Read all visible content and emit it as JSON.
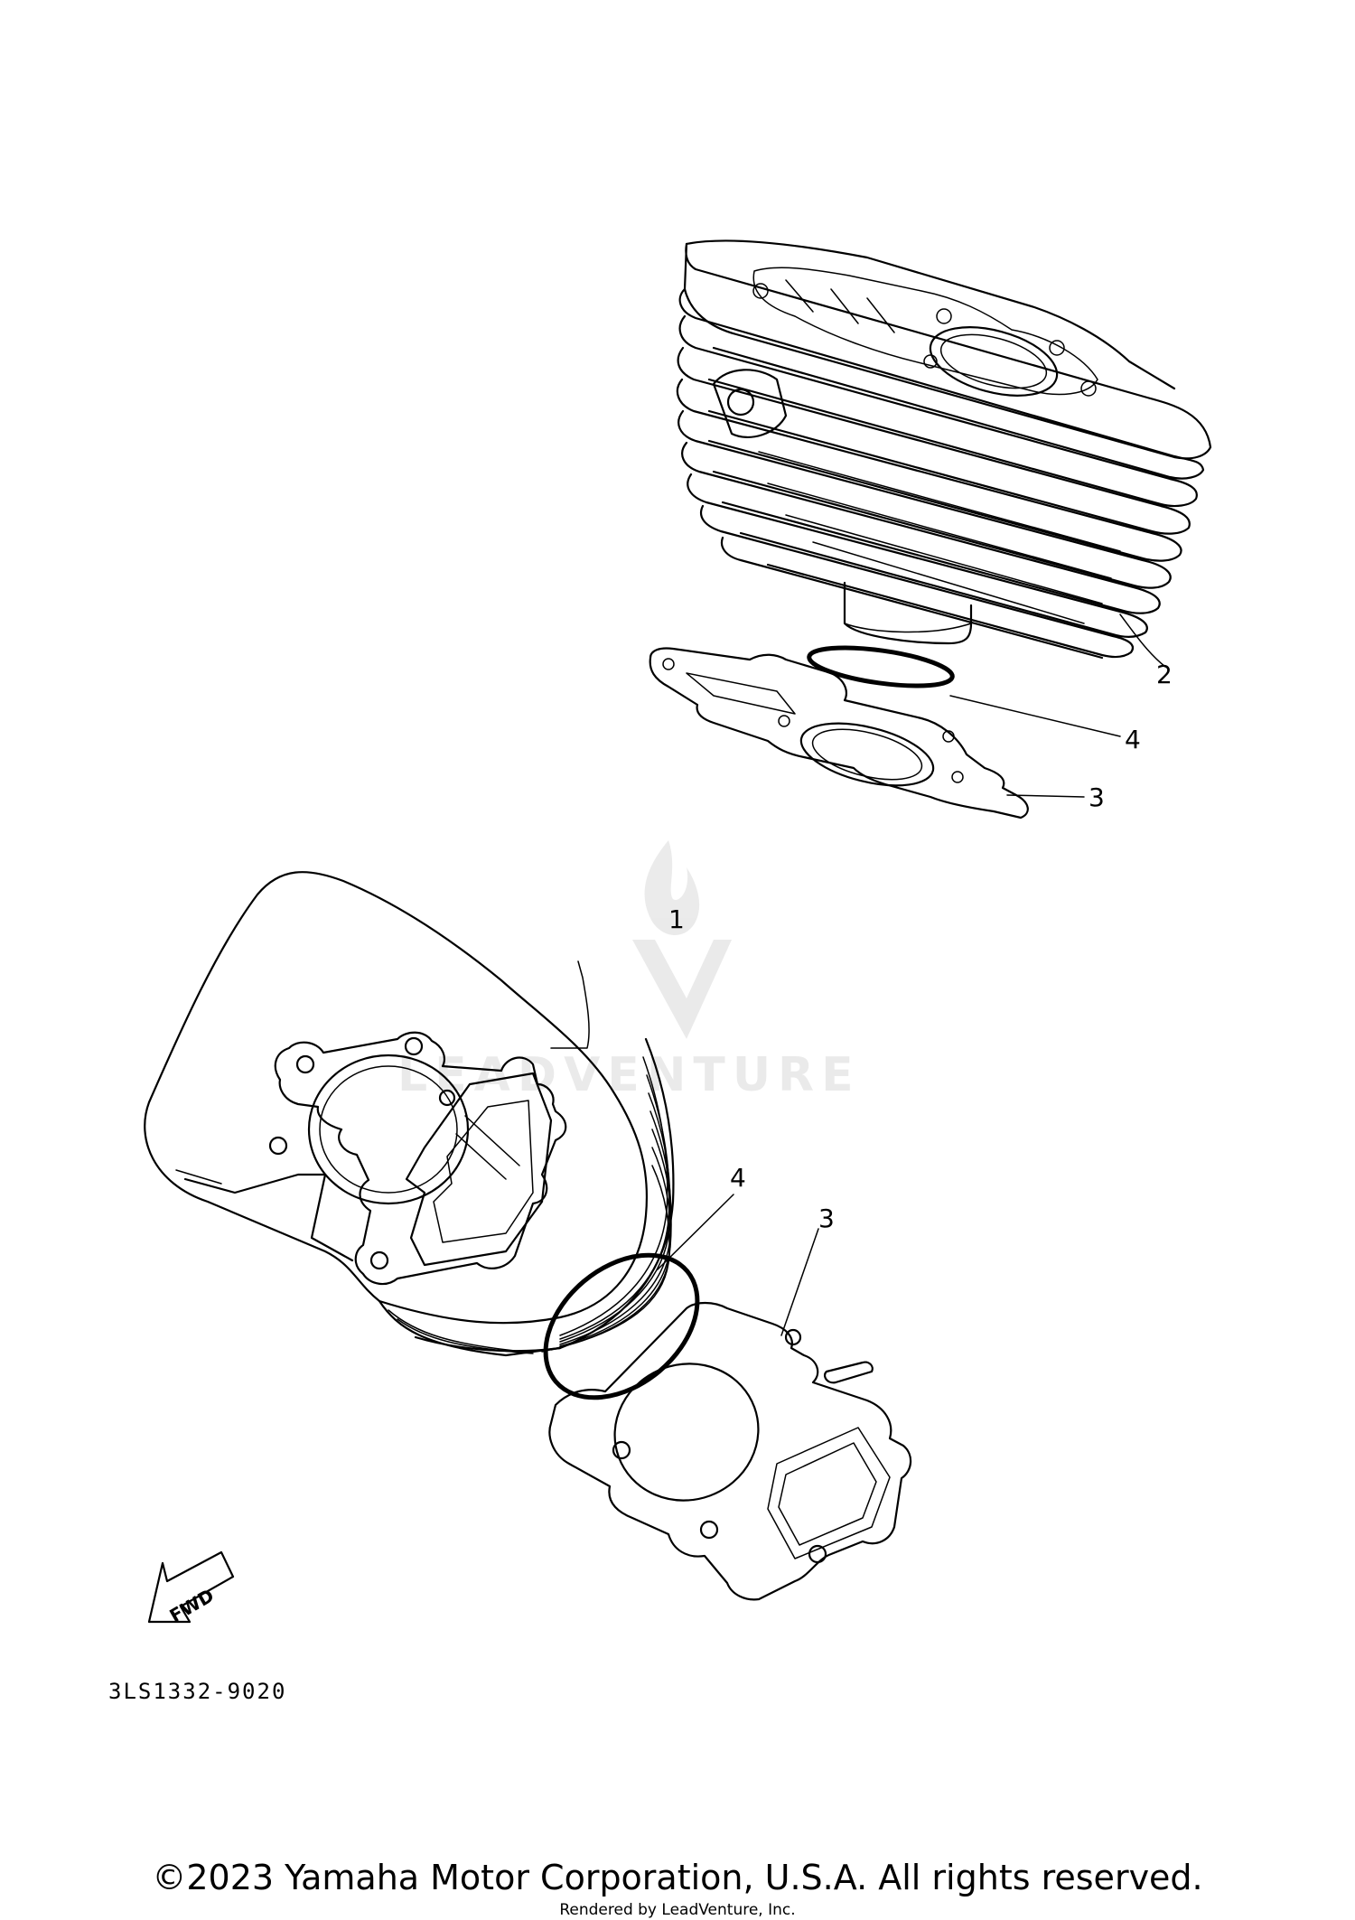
{
  "diagram": {
    "callouts": [
      {
        "id": "c2",
        "label": "2"
      },
      {
        "id": "c4a",
        "label": "4"
      },
      {
        "id": "c3a",
        "label": "3"
      },
      {
        "id": "c1",
        "label": "1"
      },
      {
        "id": "c4b",
        "label": "4"
      },
      {
        "id": "c3b",
        "label": "3"
      }
    ],
    "fwd_label": "FWD",
    "part_code": "3LS1332-9020",
    "watermark": "LEADVENTURE"
  },
  "footer": {
    "copyright": "©2023 Yamaha Motor Corporation, U.S.A. All rights reserved.",
    "rendered_by": "Rendered by LeadVenture, Inc."
  }
}
